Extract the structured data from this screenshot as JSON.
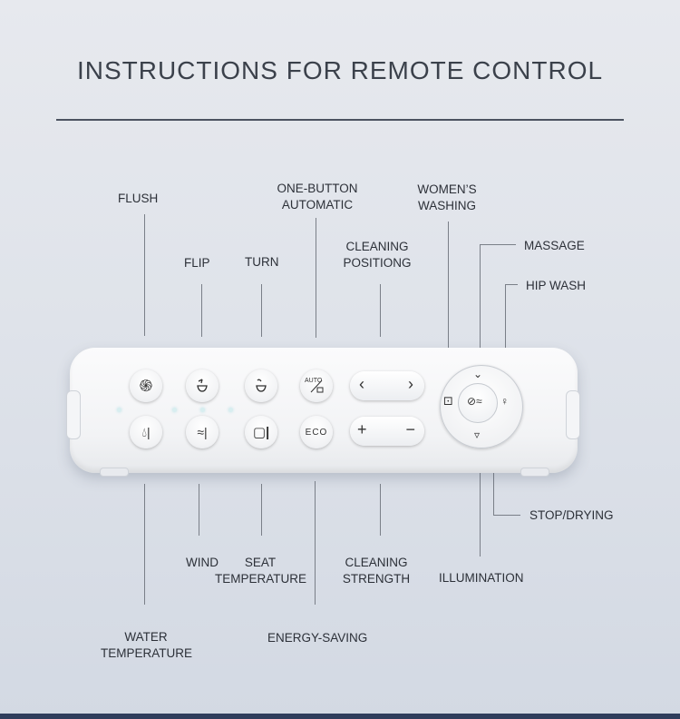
{
  "title": "INSTRUCTIONS FOR REMOTE CONTROL",
  "labels": {
    "flush": "FLUSH",
    "flip": "FLIP",
    "turn": "TURN",
    "one_button_automatic": [
      "ONE-BUTTON",
      "AUTOMATIC"
    ],
    "womens_washing": [
      "WOMEN’S",
      "WASHING"
    ],
    "cleaning_positiong": [
      "CLEANING",
      "POSITIONG"
    ],
    "massage": "MASSAGE",
    "hip_wash": "HIP WASH",
    "stop_drying": "STOP/DRYING",
    "illumination": "ILLUMINATION",
    "cleaning_strength": [
      "CLEANING",
      "STRENGTH"
    ],
    "wind": "WIND",
    "seat_temperature": [
      "SEAT",
      "TEMPERATURE"
    ],
    "energy_saving": "ENERGY-SAVING",
    "water_temperature": [
      "WATER",
      "TEMPERATURE"
    ]
  },
  "buttons": {
    "auto": "AUTO",
    "eco": "ECO",
    "left": "‹",
    "right": "›",
    "plus": "+",
    "minus": "−"
  },
  "icons": {
    "flush": "flush-swirl-icon",
    "flip": "flip-seat-icon",
    "turn": "turn-lid-icon",
    "auto": "auto-icon",
    "water_temperature": "water-drop-thermometer-icon",
    "wind": "wind-thermometer-icon",
    "seat_temperature": "seat-thermometer-icon",
    "womens_washing": "womens-washing-icon",
    "massage": "massage-icon",
    "hip_wash": "hip-wash-icon",
    "illumination": "illumination-icon",
    "stop_drying": "stop-drying-icon"
  },
  "colors": {
    "background": "#dfe3ea",
    "title": "#3b414b",
    "rule": "#4c5260",
    "bottom_bar": "#2f3d5c",
    "indicator": "#bfe3e8"
  }
}
